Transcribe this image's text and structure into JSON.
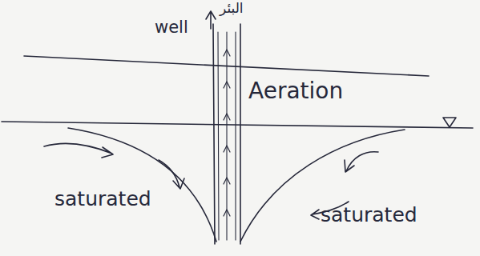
{
  "diagram": {
    "labels": [
      "well",
      "البئر",
      "Aeration",
      "saturated",
      "saturated"
    ]
  }
}
